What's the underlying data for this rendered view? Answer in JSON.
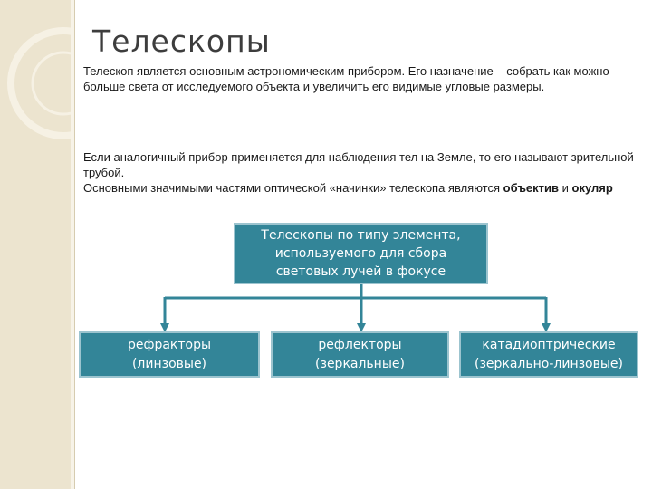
{
  "slide": {
    "title": "Телескопы",
    "paragraph1": "Телескоп является основным астрономическим прибором. Его назначение – собрать как можно больше света от исследуемого объекта и увеличить его видимые угловые размеры.",
    "paragraph2": "Если аналогичный прибор применяется для наблюдения тел на Земле, то его называют зрительной трубой.",
    "paragraph3_text": "Основными значимыми частями оптической «начинки» телескопа являются ",
    "paragraph3_bold1": "объектив",
    "paragraph3_and": " и ",
    "paragraph3_bold2": "окуляр"
  },
  "diagram": {
    "root": {
      "line1": "Телескопы по типу элемента,",
      "line2": "используемого для сбора",
      "line3": "световых лучей в фокусе"
    },
    "children": [
      {
        "line1": "рефракторы",
        "line2": "(линзовые)"
      },
      {
        "line1": "рефлекторы",
        "line2": "(зеркальные)"
      },
      {
        "line1": "катадиоптрические",
        "line2": "(зеркально-линзовые)"
      }
    ],
    "colors": {
      "box_fill": "#338598",
      "box_border": "#9cc4cf",
      "connector": "#338598"
    }
  }
}
